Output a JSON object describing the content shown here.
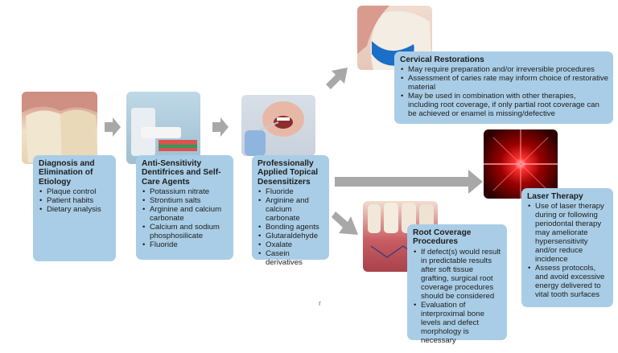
{
  "boxes": {
    "diagnosis": {
      "title": "Diagnosis and Elimination of Etiology",
      "items": [
        "Plaque control",
        "Patient habits",
        "Dietary analysis"
      ]
    },
    "anti_sensitivity": {
      "title": "Anti-Sensitivity Dentifrices and Self-Care Agents",
      "items": [
        "Potassium nitrate",
        "Strontium salts",
        "Arginine and calcium carbonate",
        "Calcium and sodium phosphosilicate",
        "Fluoride"
      ]
    },
    "desensitizers": {
      "title": "Professionally Applied Topical Desensitizers",
      "items": [
        "Fluoride",
        "Arginine and calcium carbonate",
        "Bonding agents",
        "Glutaraldehyde",
        "Oxalate",
        "Casein derivatives"
      ]
    },
    "cervical": {
      "title": "Cervical Restorations",
      "items": [
        "May require preparation and/or irreversible procedures",
        "Assessment of caries rate may inform choice of restorative material",
        "May be used in combination with other therapies, including root coverage, if only partial root coverage can be achieved or enamel is missing/defective"
      ]
    },
    "laser": {
      "title": "Laser Therapy",
      "items": [
        "Use of laser therapy during or following periodontal therapy may ameliorate hypersensitivity and/or reduce incidence",
        "Assess protocols, and avoid excessive energy delivered to vital tooth surfaces"
      ]
    },
    "root": {
      "title": "Root Coverage Procedures",
      "items": [
        "If defect(s) would result in predictable results after soft tissue grafting, surgical root coverage procedures should be considered",
        "Evaluation of interproximal bone levels and defect morphology is necessary"
      ]
    }
  },
  "colors": {
    "box": "#a9cde6",
    "arrow": "#a8a8a8"
  },
  "stray_mark": "r"
}
